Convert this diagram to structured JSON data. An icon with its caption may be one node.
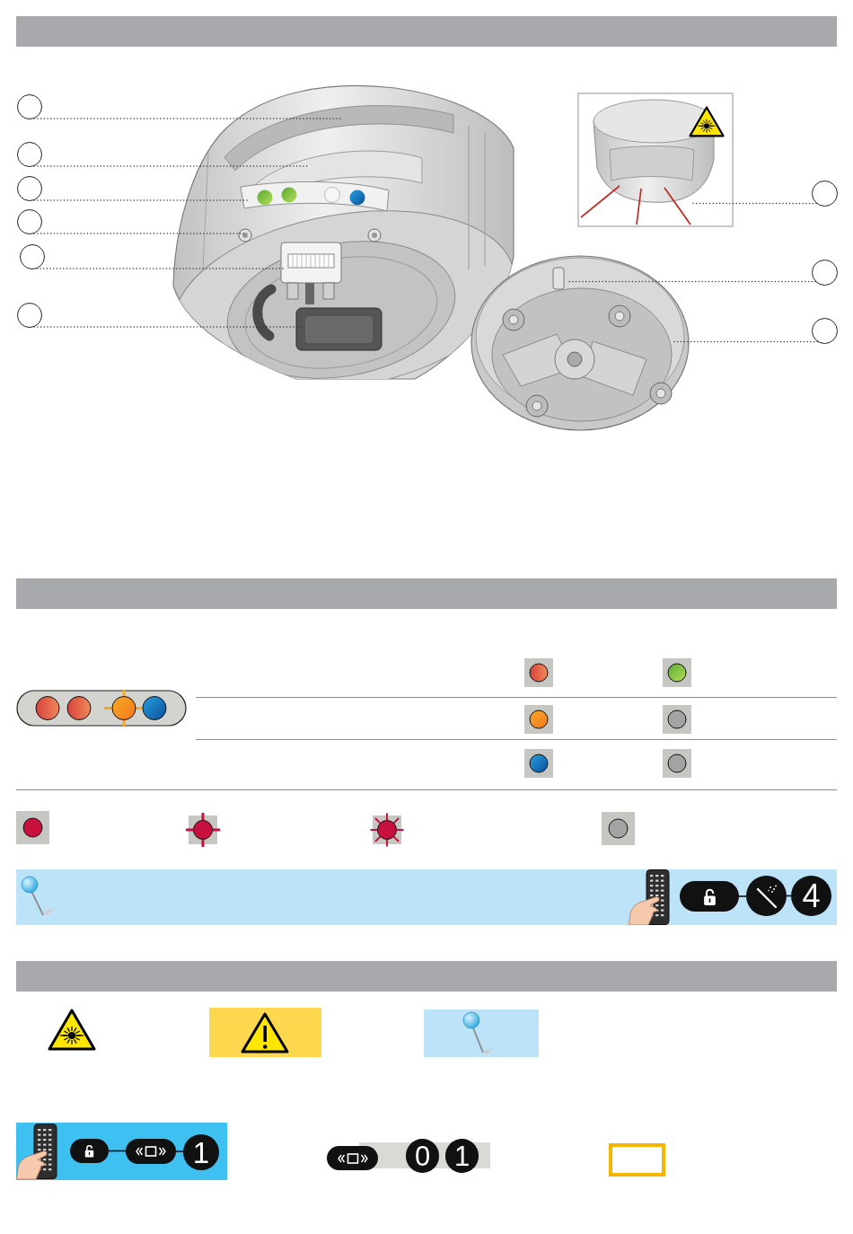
{
  "diagram": {
    "nodes": [
      {
        "text": [],
        "shape": "circle"
      },
      {
        "text": [],
        "shape": "circle"
      },
      {
        "text": [],
        "shape": "circle"
      },
      {
        "text": [],
        "shape": "circle"
      },
      {
        "text": [],
        "shape": "circle"
      },
      {
        "text": [],
        "shape": "circle"
      },
      {
        "text": [],
        "shape": "circle"
      },
      {
        "text": [],
        "shape": "circle"
      },
      {
        "text": [],
        "shape": "circle"
      },
      {
        "text": [],
        "shape": "bar"
      },
      {
        "text": [],
        "shape": "box",
        "in": 9
      },
      {
        "text": [],
        "shape": "circle",
        "in": 9
      },
      {
        "text": [
          "4"
        ],
        "in": 9
      },
      {
        "text": [],
        "shape": "bar"
      },
      {
        "text": [],
        "shape": "box",
        "in": 13
      },
      {
        "text": [],
        "shape": "box",
        "in": 13
      },
      {
        "text": [
          "1"
        ],
        "in": 13
      },
      {
        "text": [],
        "shape": "box"
      },
      {
        "text": [
          "0"
        ]
      },
      {
        "text": [
          "1"
        ]
      }
    ],
    "edges": [
      {
        "from": 0,
        "to": null,
        "arrow": "none",
        "style": "dashed"
      },
      {
        "from": 1,
        "to": null,
        "arrow": "none",
        "style": "dashed"
      },
      {
        "from": 2,
        "to": null,
        "arrow": "none",
        "style": "dashed"
      },
      {
        "from": 3,
        "to": null,
        "arrow": "none",
        "style": "dashed"
      },
      {
        "from": 4,
        "to": null,
        "arrow": "none",
        "style": "dashed"
      },
      {
        "from": 5,
        "to": null,
        "arrow": "none",
        "style": "dashed"
      },
      {
        "from": 6,
        "to": null,
        "arrow": "none",
        "style": "dashed"
      },
      {
        "from": 7,
        "to": null,
        "arrow": "none",
        "style": "dashed"
      },
      {
        "from": 8,
        "to": null,
        "arrow": "none",
        "style": "dashed"
      },
      {
        "from": 10,
        "to": 11,
        "arrow": "none"
      },
      {
        "from": 11,
        "to": 12,
        "arrow": "none"
      },
      {
        "from": 14,
        "to": 15,
        "arrow": "none"
      },
      {
        "from": 15,
        "to": 16,
        "arrow": "none"
      }
    ]
  }
}
